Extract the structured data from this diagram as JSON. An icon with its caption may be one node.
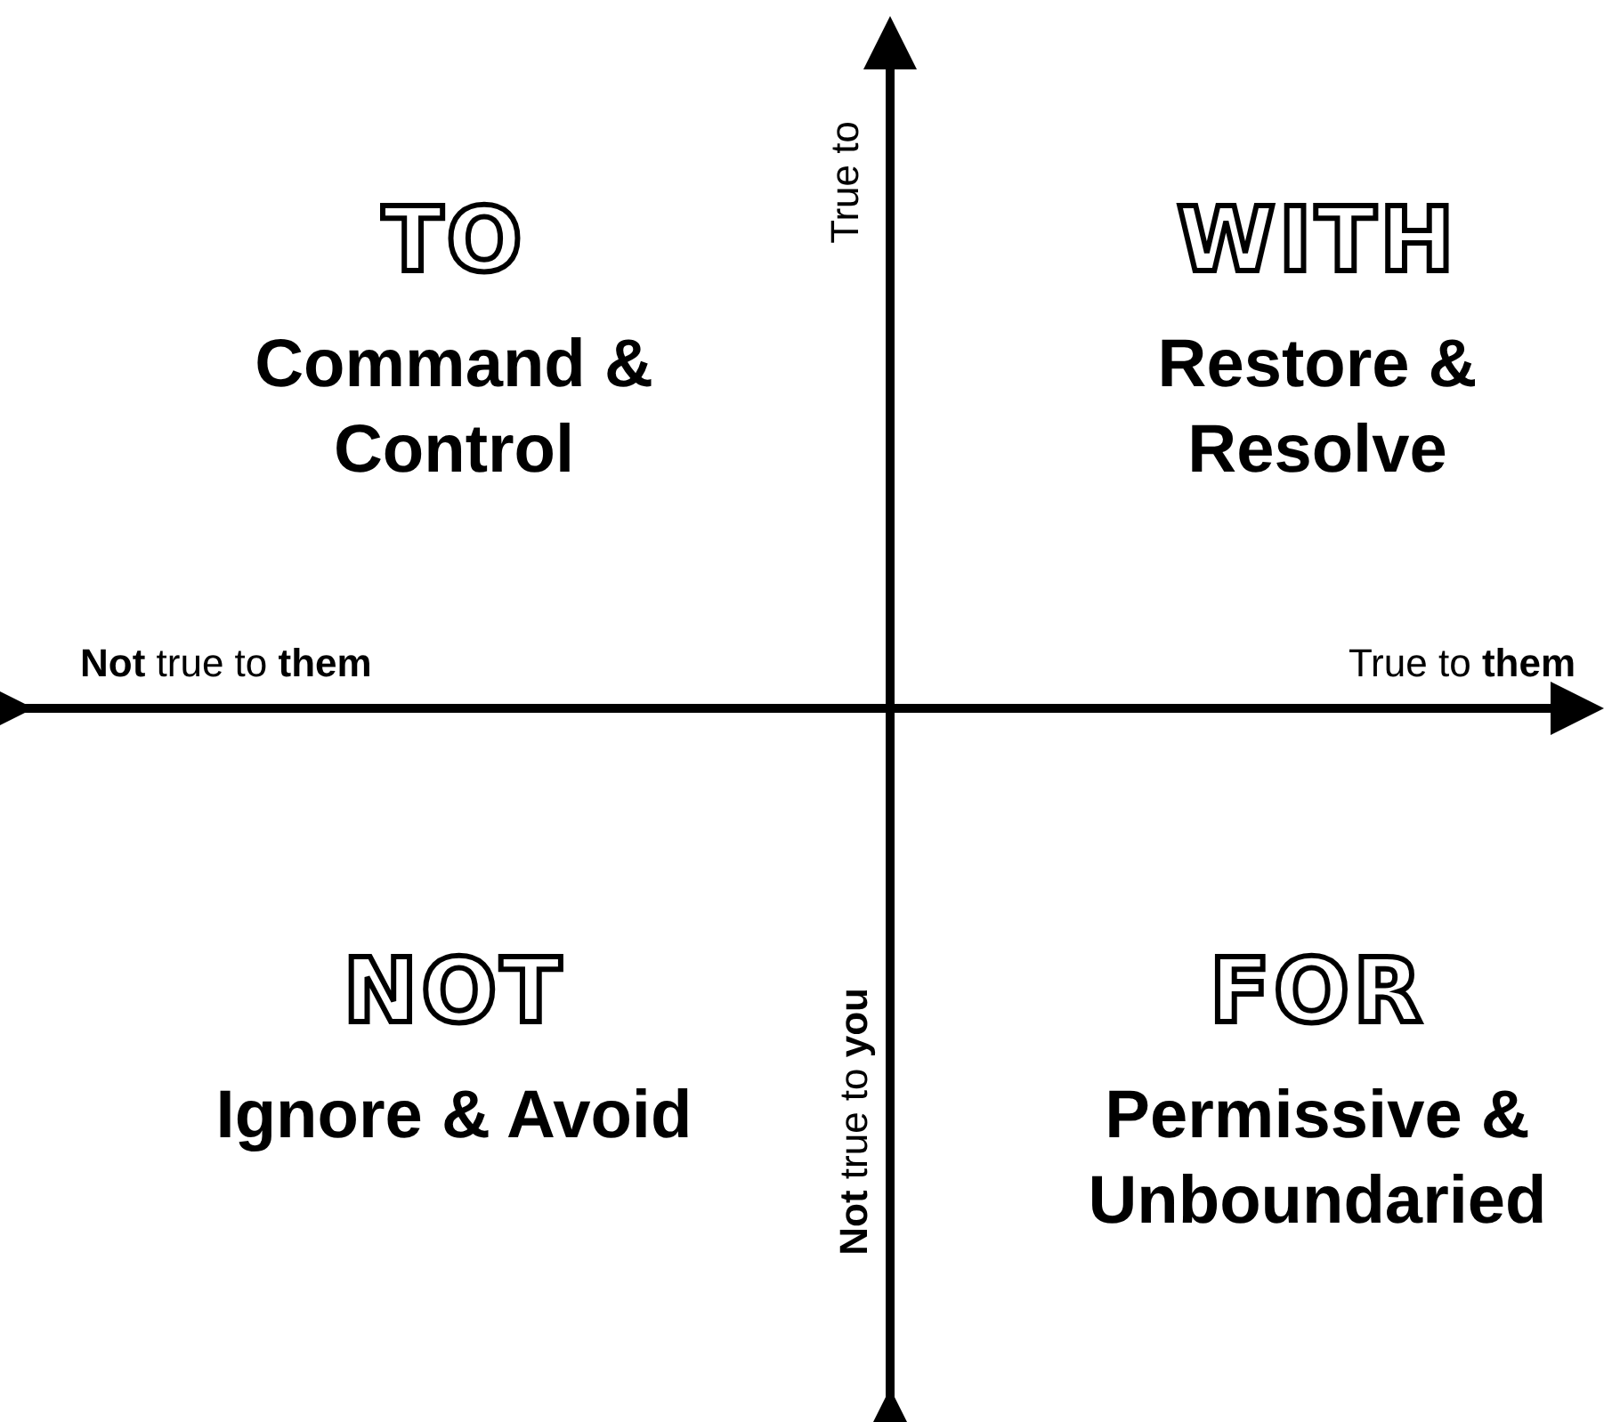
{
  "diagram": {
    "nodes": [
      {
        "text": [
          "TO",
          "Command & Control"
        ]
      },
      {
        "text": [
          "WITH",
          "Restore & Resolve"
        ]
      },
      {
        "text": [
          "NOT",
          "Ignore & Avoid"
        ]
      },
      {
        "text": [
          "FOR",
          "Permissive & Unboundaried"
        ]
      }
    ],
    "labels": [
      "True to",
      "**Not** true to **them**",
      "True to **them**",
      "**Not** true to **you**"
    ]
  }
}
